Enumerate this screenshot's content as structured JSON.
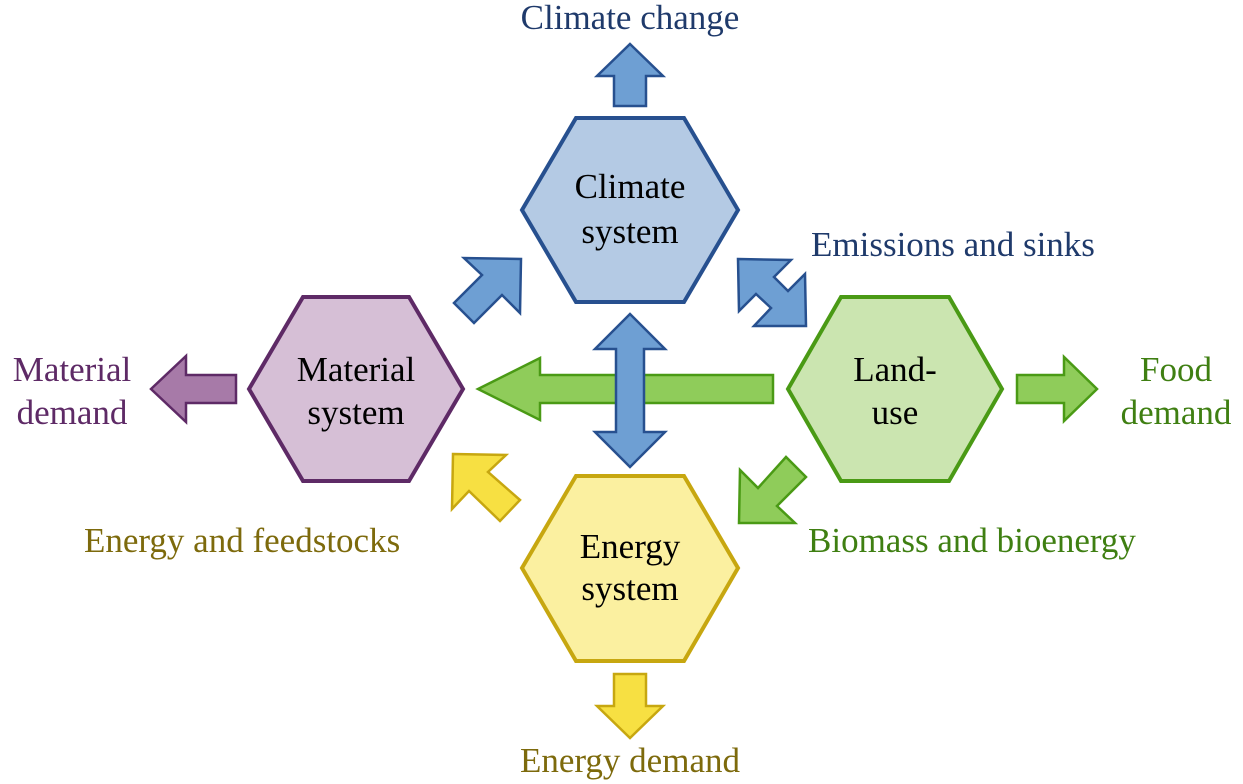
{
  "colors": {
    "climate": {
      "fill": "#b4cae4",
      "stroke": "#27508f",
      "arrow": "#6e9fd3",
      "text": "#1f3a6b"
    },
    "material": {
      "fill": "#d6bfd6",
      "stroke": "#5e2a66",
      "arrow": "#a77aa8",
      "text": "#5e2a66"
    },
    "land": {
      "fill": "#cbe5b0",
      "stroke": "#4a9a15",
      "arrow": "#8fcc5a",
      "text": "#3f7f12"
    },
    "energy": {
      "fill": "#fbf0a0",
      "stroke": "#c7a710",
      "arrow": "#f7e042",
      "text": "#7d6a0c"
    }
  },
  "nodes": {
    "climate": {
      "line1": "Climate",
      "line2": "system"
    },
    "material": {
      "line1": "Material",
      "line2": "system"
    },
    "land": {
      "line1": "Land-",
      "line2": "use"
    },
    "energy": {
      "line1": "Energy",
      "line2": "system"
    }
  },
  "labels": {
    "climate_change": "Climate change",
    "emissions": "Emissions and sinks",
    "material_demand_1": "Material",
    "material_demand_2": "demand",
    "food_demand_1": "Food",
    "food_demand_2": "demand",
    "feedstocks": "Energy and feedstocks",
    "biomass": "Biomass and bioenergy",
    "energy_demand": "Energy demand"
  },
  "icons": [
    "up-arrow",
    "double-arrow",
    "left-arrow",
    "right-arrow",
    "down-arrow",
    "diagonal-arrow"
  ]
}
